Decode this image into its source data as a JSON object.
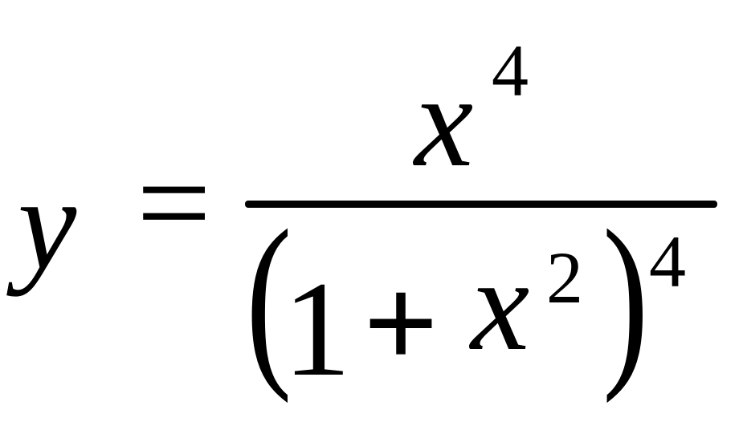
{
  "equation": {
    "lhs": {
      "variable": "y"
    },
    "equals": "=",
    "numerator": {
      "base": "x",
      "exponent": "4"
    },
    "denominator": {
      "open_paren": "(",
      "one": "1",
      "plus": "+",
      "inner_base": "x",
      "inner_exponent": "2",
      "close_paren": ")",
      "outer_exponent": "4"
    }
  }
}
